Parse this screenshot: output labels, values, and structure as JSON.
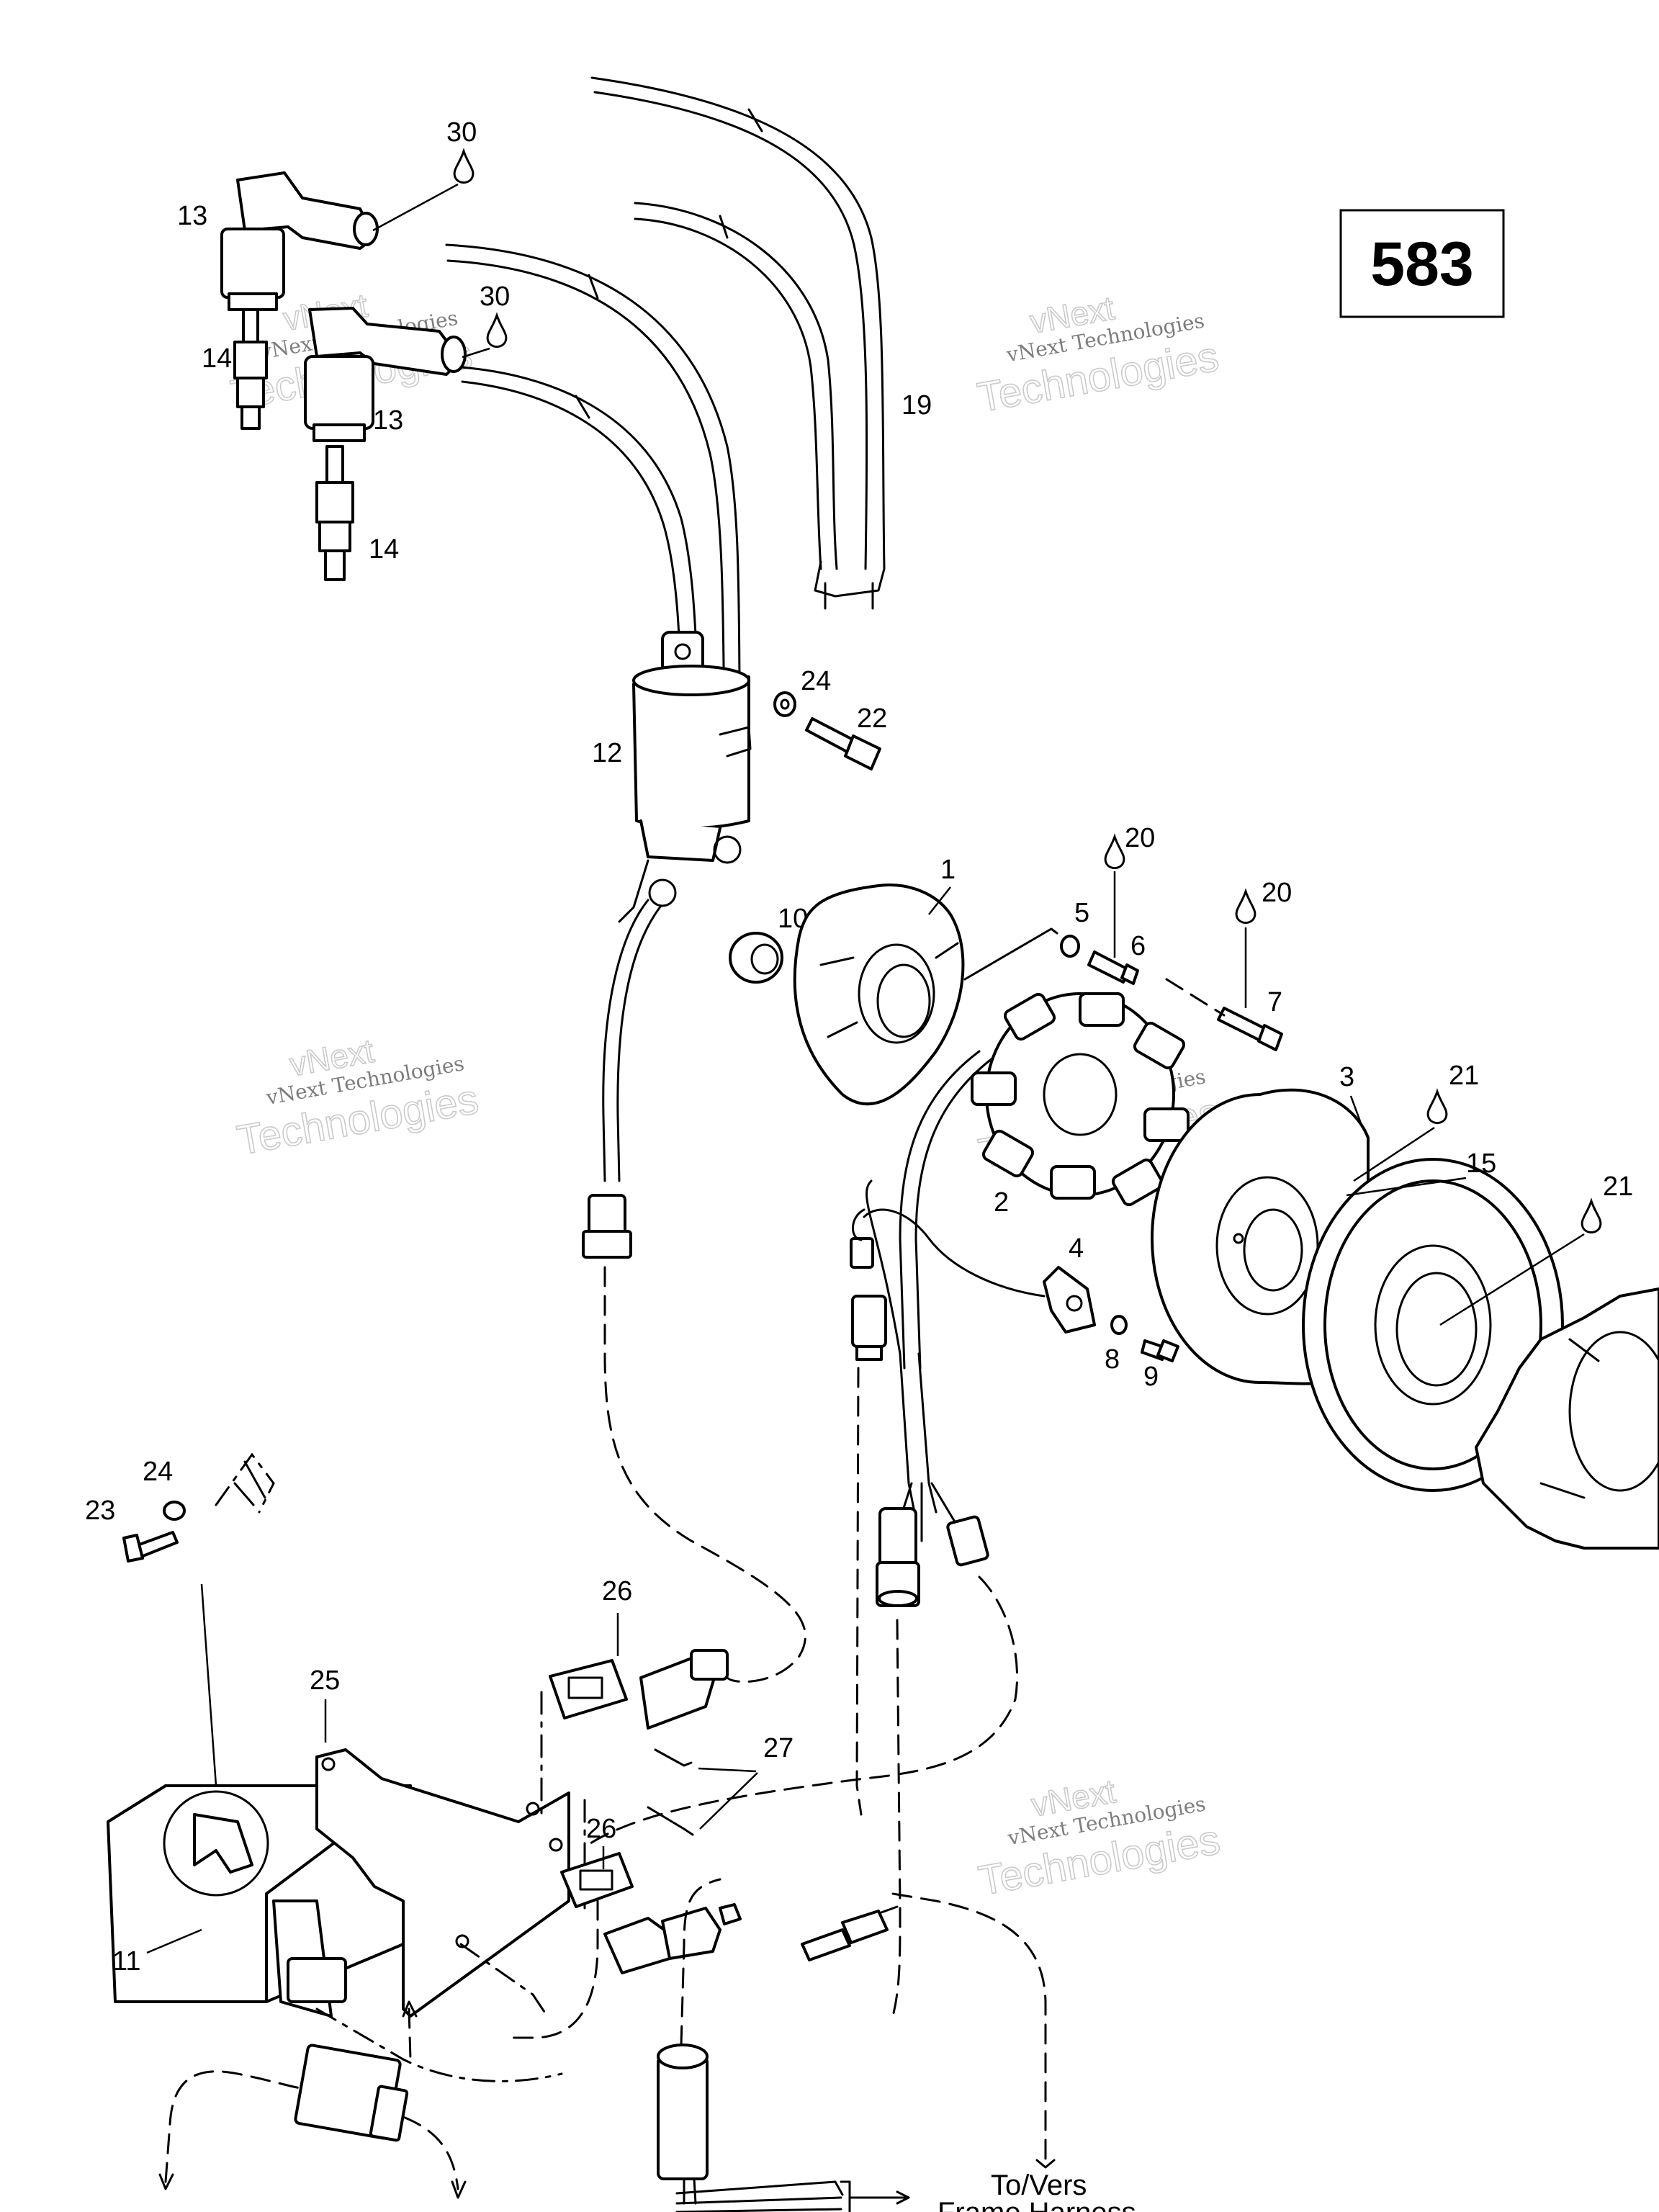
{
  "page_number": "583",
  "watermark": {
    "line1": "vNext",
    "line2": "vNext Technologies",
    "line3": "Technologies"
  },
  "callouts": {
    "p1": "1",
    "p2": "2",
    "p3": "3",
    "p4": "4",
    "p5": "5",
    "p6": "6",
    "p7": "7",
    "p8": "8",
    "p9": "9",
    "p10": "10",
    "p11": "11",
    "p12": "12",
    "p13a": "13",
    "p13b": "13",
    "p14a": "14",
    "p14b": "14",
    "p15": "15",
    "p19": "19",
    "p20a": "20",
    "p20b": "20",
    "p21a": "21",
    "p21b": "21",
    "p22": "22",
    "p23": "23",
    "p24a": "24",
    "p24b": "24",
    "p25": "25",
    "p26a": "26",
    "p26b": "26",
    "p27": "27",
    "p30a": "30",
    "p30b": "30"
  },
  "frame_note": {
    "line1": "To/Vers",
    "line2": "Frame Harness"
  }
}
